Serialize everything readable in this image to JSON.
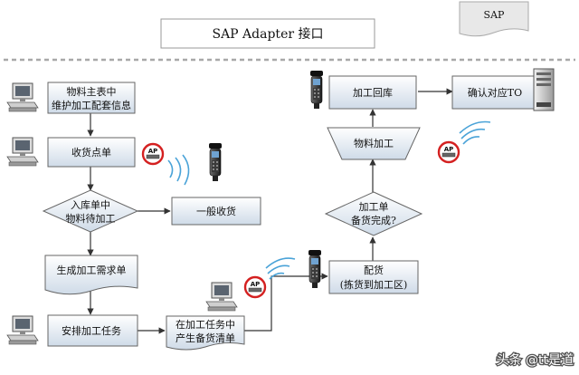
{
  "header": {
    "title": "SAP Adapter 接口",
    "sap_tag": "SAP"
  },
  "left_flow": {
    "maintain_master": [
      "物料主表中",
      "维护加工配套信息"
    ],
    "receive_count": "收货点单",
    "decision_processing": [
      "入库单中",
      "物料待加工"
    ],
    "generate_request": "生成加工需求单",
    "schedule_task": "安排加工任务",
    "processing_pick_list": [
      "在加工任务中",
      "产生备货清单"
    ],
    "general_receipt": "一般收货"
  },
  "right_flow": {
    "return_to_warehouse": "加工回库",
    "material_processing": "物料加工",
    "decision_ready": [
      "加工单",
      "备货完成?"
    ],
    "picking": [
      "配货",
      "(拣货到加工区)"
    ],
    "confirm_to": "确认对应TO"
  },
  "ap_label": "AP",
  "watermark": "头条 @tt是道",
  "colors": {
    "box_top": "#ffffff",
    "box_bottom": "#cfdbe8",
    "line": "#333333",
    "ap_ring": "#d42020",
    "wave": "#4aa3d8"
  }
}
